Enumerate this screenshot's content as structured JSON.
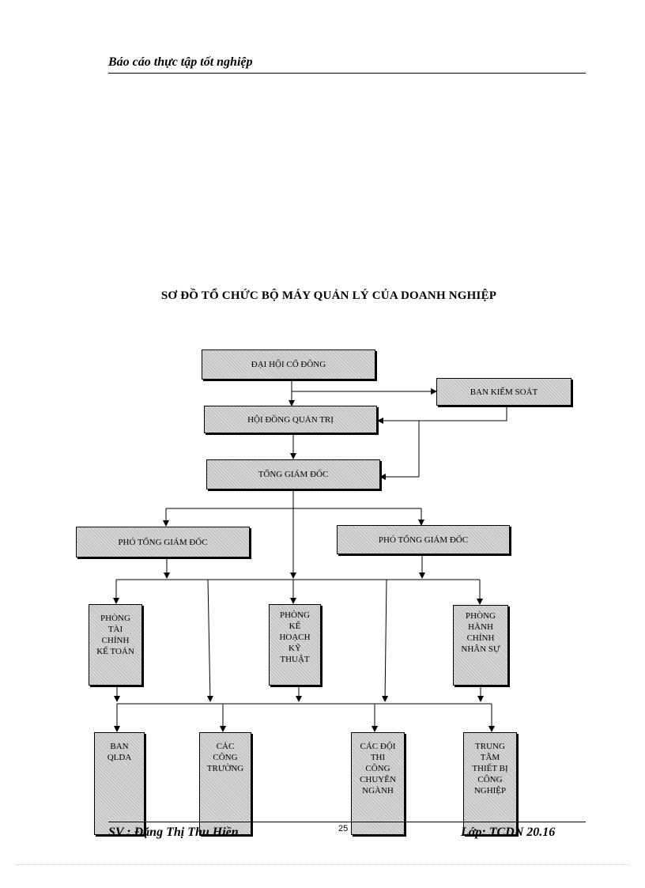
{
  "header": {
    "title": "Báo cáo thực tập tốt nghiệp"
  },
  "document": {
    "title": "SƠ ĐỒ TỔ CHỨC BỘ MÁY QUẢN LÝ CỦA DOANH NGHIỆP"
  },
  "chart": {
    "boxes": {
      "dai_hoi": "ĐẠI HỘI CỔ ĐÔNG",
      "ban_kiem_soat": "BAN KIỂM SOÁT",
      "hoi_dong": "HỘI ĐỒNG QUẢN TRỊ",
      "tong_giam_doc": "TỔNG GIÁM ĐỐC",
      "pho_tgd_1": "PHÓ TỔNG GIÁM ĐỐC",
      "pho_tgd_2": "PHÓ TỔNG GIÁM ĐỐC",
      "phong_tckt": "PHÒNG\nTÀI\nCHÍNH\nKẾ TOÁN",
      "phong_khkt": "PHÒNG\nKẾ\nHOẠCH\nKỸ\nTHUẬT",
      "phong_hcns": "PHÒNG\nHÀNH\nCHÍNH\nNHÂN SỰ",
      "ban_qlda": "BAN\nQLDA",
      "cac_cong_truong": "CÁC\nCÔNG\nTRƯỜNG",
      "cac_doi_thi_cong": "CÁC ĐỘI\nTHI\nCÔNG\nCHUYÊN\nNGÀNH",
      "trung_tam_tbcn": "TRUNG\nTÂM\nTHIẾT BỊ\nCÔNG\nNGHIỆP"
    }
  },
  "footer": {
    "student": "SV : Đặng Thị Thu Hiền",
    "page_number": "25",
    "class": "Lớp: TCDN 20.16"
  }
}
